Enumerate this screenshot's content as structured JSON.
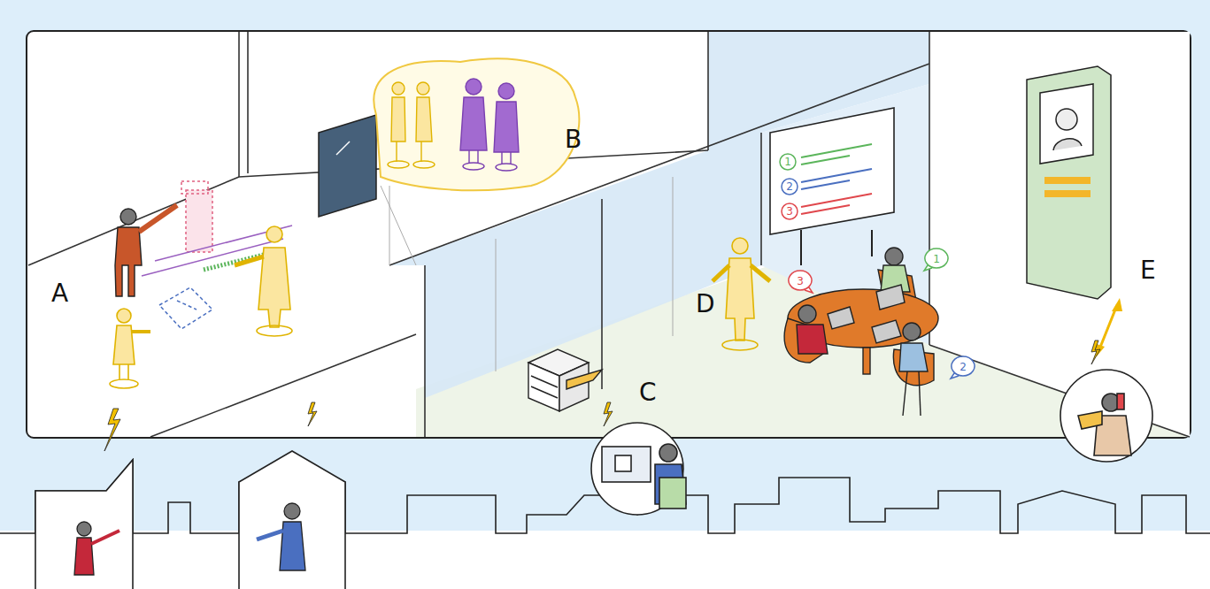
{
  "diagram": {
    "nodes": [
      {
        "text": [
          "1"
        ]
      },
      {
        "text": [
          "2"
        ]
      },
      {
        "text": [
          "3"
        ]
      },
      {
        "text": [
          "1"
        ]
      },
      {
        "text": [
          "3"
        ]
      },
      {
        "text": [
          "2"
        ]
      }
    ],
    "labels": [
      "A",
      "B",
      "C",
      "D",
      "E"
    ]
  }
}
